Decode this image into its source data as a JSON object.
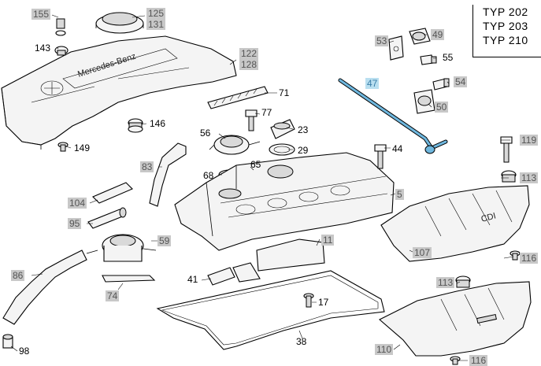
{
  "type_box": {
    "line1": "TYP 202",
    "line2": "TYP 203",
    "line3": "TYP 210"
  },
  "embossed": {
    "brand": "Mercedes-Benz",
    "cdi": "CDI"
  },
  "labels": {
    "l155": "155",
    "l125": "125",
    "l131": "131",
    "l143": "143",
    "l122": "122",
    "l128": "128",
    "l53": "53",
    "l49": "49",
    "l55": "55",
    "l54": "54",
    "l50": "50",
    "l47": "47",
    "l71": "71",
    "l77": "77",
    "l146": "146",
    "l149": "149",
    "l56": "56",
    "l23": "23",
    "l29": "29",
    "l44": "44",
    "l119": "119",
    "l83": "83",
    "l65": "65",
    "l68": "68",
    "l113a": "113",
    "l5": "5",
    "l104": "104",
    "l95": "95",
    "l59": "59",
    "l11": "11",
    "l107": "107",
    "l116a": "116",
    "l86": "86",
    "l41": "41",
    "l74": "74",
    "l113b": "113",
    "l17": "17",
    "l38": "38",
    "l98": "98",
    "l110": "110",
    "l116b": "116"
  },
  "colors": {
    "label_grey_bg": "#c8c8c8",
    "highlight_bg": "#b9dff0",
    "highlight_part": "#6fb7de"
  }
}
